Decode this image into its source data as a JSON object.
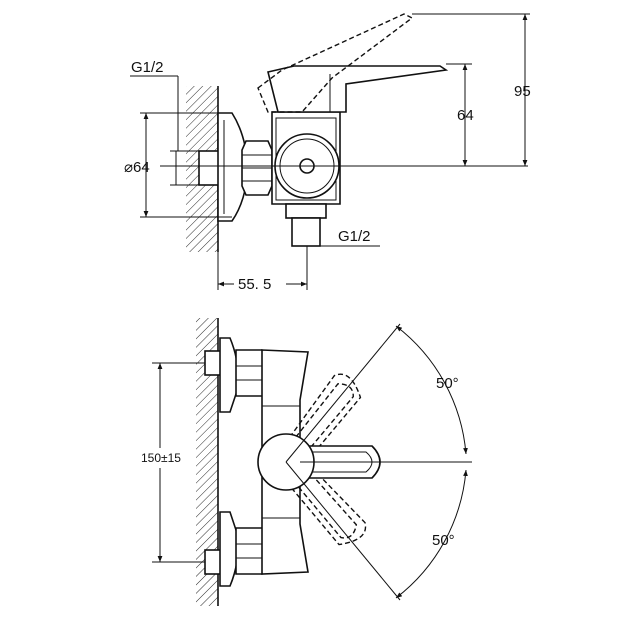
{
  "side_view": {
    "dim_inlet_thread": "G1/2",
    "dim_diameter": "⌀64",
    "dim_outlet_thread": "G1/2",
    "dim_depth": "55. 5",
    "dim_center_height": "64",
    "dim_total_height": "95"
  },
  "front_view": {
    "dim_center_distance": "150±15",
    "dim_angle_up": "50°",
    "dim_angle_down": "50°"
  }
}
